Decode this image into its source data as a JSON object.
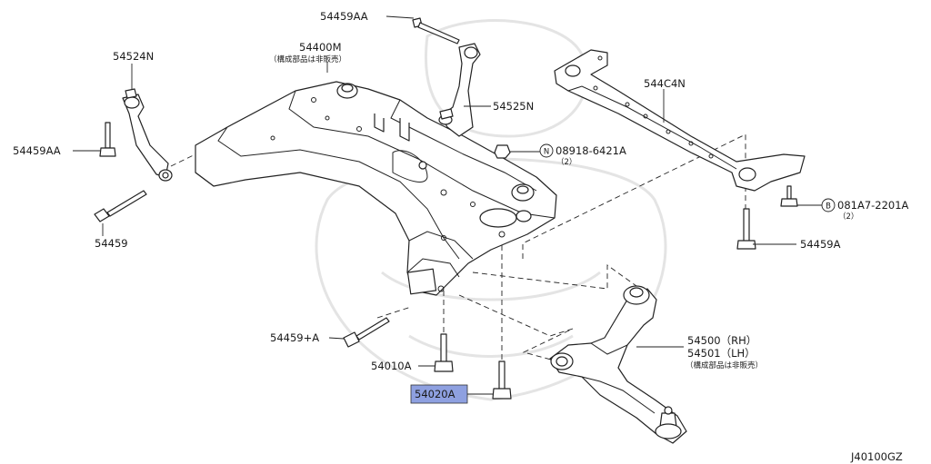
{
  "diagram": {
    "drawing_code": "J40100GZ",
    "labels": {
      "bolt_54459AA_top": "54459AA",
      "crossmember": "54400M",
      "crossmember_note": "（構成部品は非販売）",
      "link_54524N": "54524N",
      "bolt_54459AA_left": "54459AA",
      "bolt_54459": "54459",
      "link_54525N": "54525N",
      "nut_code": "08918-6421A",
      "nut_qty": "（2）",
      "nut_prefix": "N",
      "stay_544C4N": "544C4N",
      "bolt_code": "081A7-2201A",
      "bolt_qty": "（2）",
      "bolt_prefix": "B",
      "bolt_54459A": "54459A",
      "bolt_54459A_plus": "54459+A",
      "bolt_54010A": "54010A",
      "bolt_54020A": "54020A",
      "arm_rh": "54500（RH）",
      "arm_lh": "54501（LH）",
      "arm_note": "（構成部品は非販売）"
    },
    "highlight_color": "#8ea0e0"
  }
}
